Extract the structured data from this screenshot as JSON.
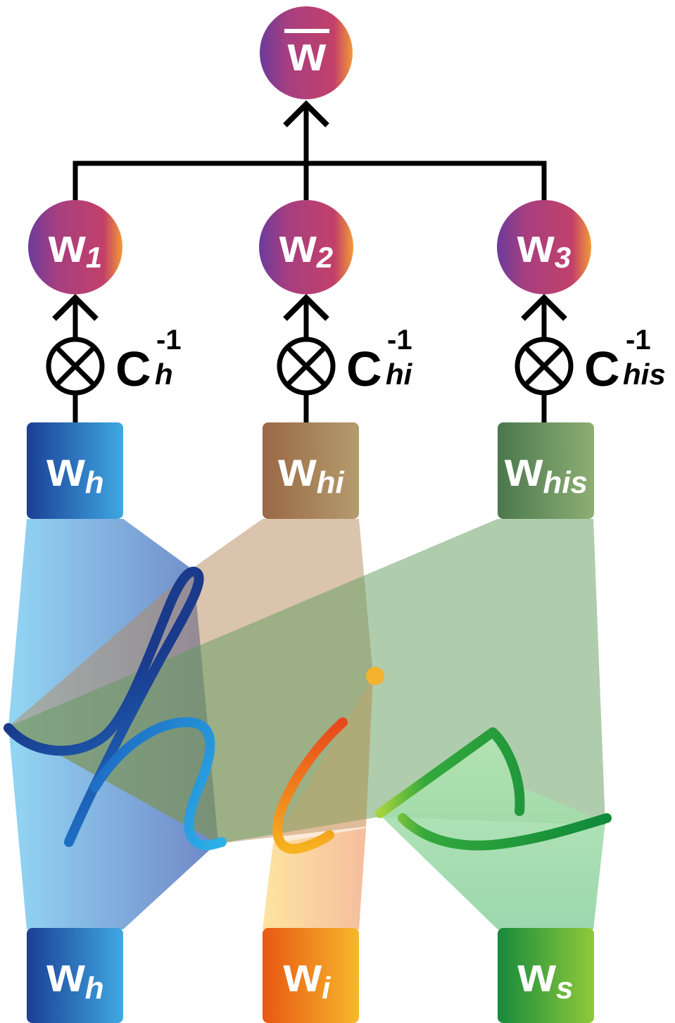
{
  "diagram": {
    "combined_node": {
      "symbol": "w"
    },
    "weight_nodes": [
      {
        "symbol": "w",
        "sub": "1"
      },
      {
        "symbol": "w",
        "sub": "2"
      },
      {
        "symbol": "w",
        "sub": "3"
      }
    ],
    "operators": [
      {
        "symbol": "C",
        "sup": "-1",
        "sub": "h"
      },
      {
        "symbol": "C",
        "sup": "-1",
        "sub": "hi"
      },
      {
        "symbol": "C",
        "sup": "-1",
        "sub": "his"
      }
    ],
    "upper_boxes": [
      {
        "symbol": "w",
        "sub": "h"
      },
      {
        "symbol": "w",
        "sub": "hi"
      },
      {
        "symbol": "w",
        "sub": "his"
      }
    ],
    "lower_boxes": [
      {
        "symbol": "w",
        "sub": "h"
      },
      {
        "symbol": "w",
        "sub": "i"
      },
      {
        "symbol": "w",
        "sub": "s"
      }
    ],
    "handwritten_word": "his"
  },
  "icons": {
    "operator": "circled-times-icon",
    "arrow": "arrow-up-icon"
  },
  "colors": {
    "node": [
      "#6b3b9b",
      "#a63f80",
      "#c2406a",
      "#f39a36"
    ],
    "box_h": [
      "#1b3f96",
      "#3fa8e2"
    ],
    "box_hi": [
      "#9a6844",
      "#b49c6e"
    ],
    "box_his": [
      "#4a784c",
      "#8eae74"
    ],
    "box_i": [
      "#e85812",
      "#f7b82c"
    ],
    "box_s": [
      "#168a3c",
      "#90ca3a"
    ],
    "stroke_h": [
      "#1a3a8c",
      "#1e6ec4",
      "#2cb0ea"
    ],
    "stroke_i": [
      "#e8461c",
      "#f7b21e"
    ],
    "stroke_s": [
      "#a6d43e",
      "#34a83c",
      "#0f8a3a"
    ],
    "i_dot": "#f5b22e"
  }
}
